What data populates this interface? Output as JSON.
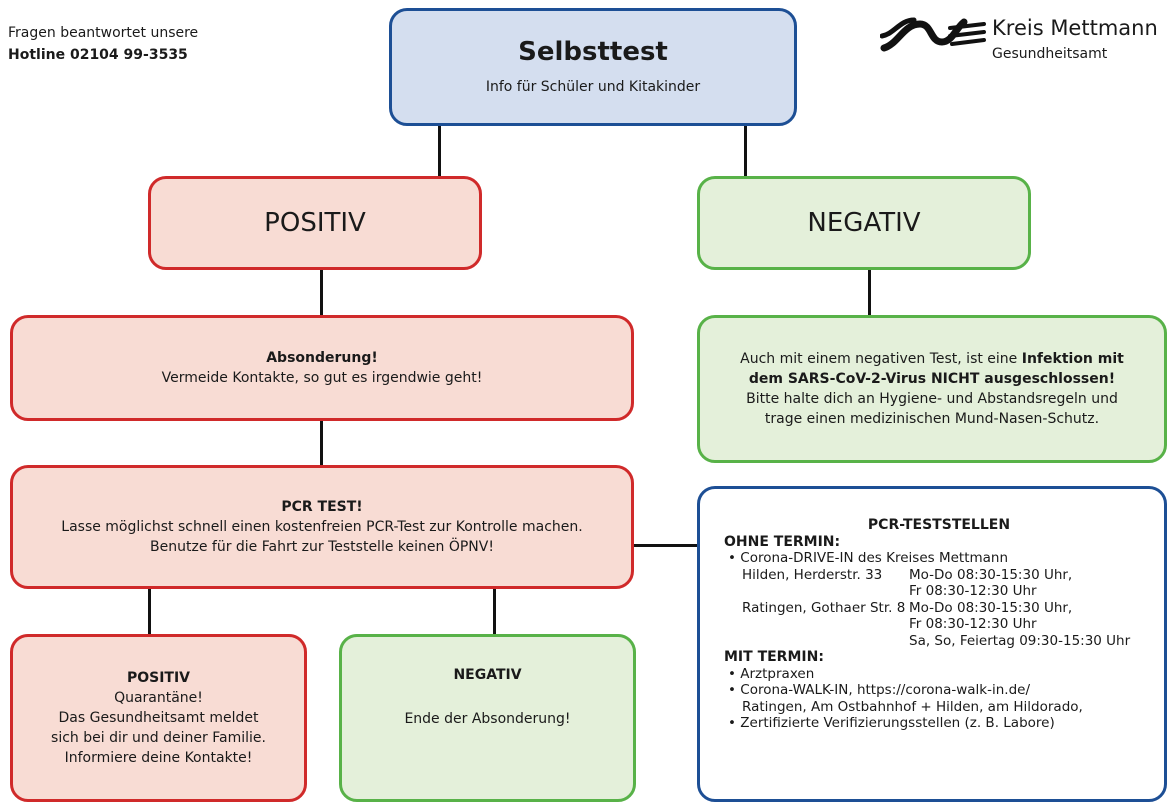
{
  "hotline": {
    "line1": "Fragen beantwortet unsere",
    "line2": "Hotline 02104 99-3535"
  },
  "logo": {
    "name": "Kreis Mettmann",
    "sub": "Gesundheitsamt"
  },
  "top": {
    "title": "Selbsttest",
    "subtitle": "Info für Schüler und Kitakinder"
  },
  "positiv": {
    "title": "POSITIV"
  },
  "negativ": {
    "title": "NEGATIV"
  },
  "absonderung": {
    "title": "Absonderung!",
    "text": "Vermeide Kontakte, so gut es irgendwie geht!"
  },
  "neg_info": {
    "line1_a": "Auch mit einem negativen Test, ist eine ",
    "line1_b": "Infektion mit",
    "line2": "dem SARS-CoV-2-Virus NICHT ausgeschlossen!",
    "line3": "Bitte halte dich an Hygiene- und Abstandsregeln und",
    "line4": "trage einen medizinischen Mund-Nasen-Schutz."
  },
  "pcr": {
    "title": "PCR TEST!",
    "line1": "Lasse möglichst schnell einen kostenfreien PCR-Test zur Kontrolle machen.",
    "line2": "Benutze für die Fahrt zur Teststelle keinen ÖPNV!"
  },
  "result_pos": {
    "title": "POSITIV",
    "line1": "Quarantäne!",
    "line2": "Das Gesundheitsamt meldet",
    "line3": "sich bei dir und deiner Familie.",
    "line4": "Informiere deine Kontakte!"
  },
  "result_neg": {
    "title": "NEGATIV",
    "text": "Ende der Absonderung!"
  },
  "teststellen": {
    "title": "PCR-TESTSTELLEN",
    "ohne": "OHNE TERMIN:",
    "drive": "Corona-DRIVE-IN des Kreises Mettmann",
    "hilden_loc": "Hilden, Herderstr. 33",
    "hilden_t1": "Mo-Do 08:30-15:30 Uhr,",
    "hilden_t2": "Fr 08:30-12:30 Uhr",
    "rat_loc": "Ratingen, Gothaer Str. 8",
    "rat_t1": "Mo-Do 08:30-15:30 Uhr,",
    "rat_t2": "Fr 08:30-12:30 Uhr",
    "rat_t3": "Sa, So, Feiertag 09:30-15:30 Uhr",
    "mit": "MIT TERMIN:",
    "arzt": "Arztpraxen",
    "walk1": "Corona-WALK-IN, https://corona-walk-in.de/",
    "walk2": "Ratingen, Am Ostbahnhof + Hilden, am Hildorado,",
    "zert": "Zertifizierte Verifizierungsstellen (z. B. Labore)"
  },
  "colors": {
    "red_border": "#d02a2a",
    "red_fill": "#f8dcd4",
    "green_border": "#58b248",
    "green_fill": "#e4f0da",
    "blue_border": "#1d4f95",
    "blue_fill": "#d4deef"
  }
}
